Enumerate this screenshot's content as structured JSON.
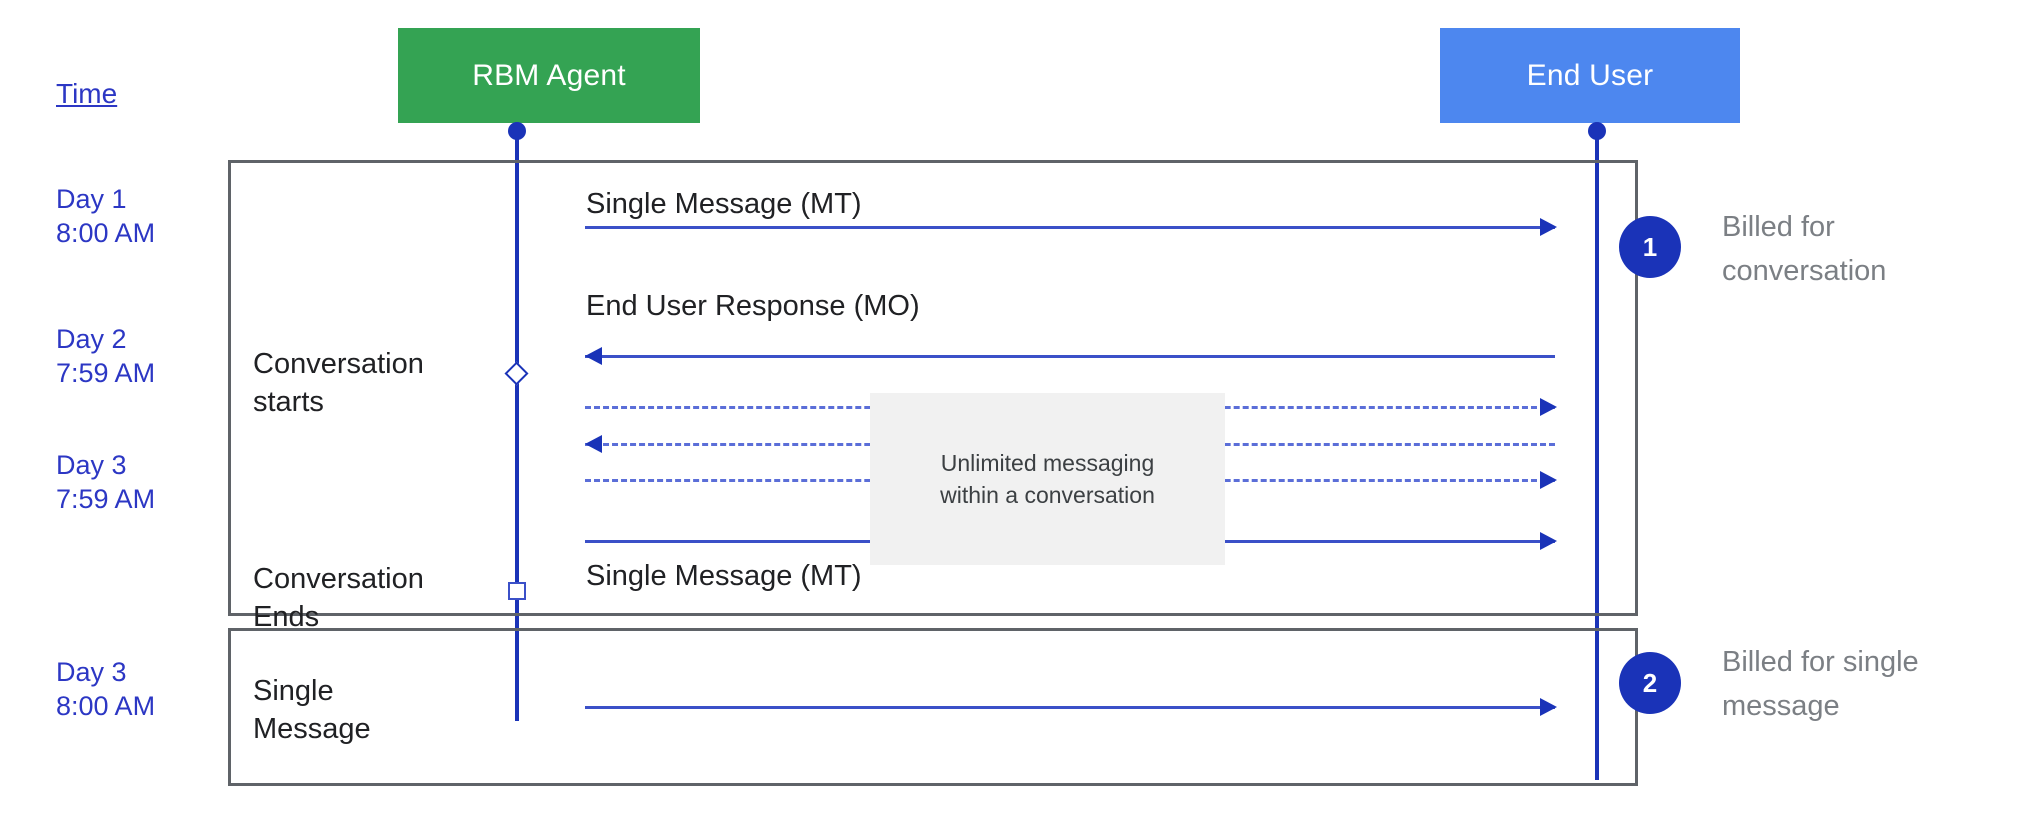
{
  "diagram": {
    "title_column": {
      "header": "Time",
      "entries": [
        {
          "label": "Day 1\n8:00 AM"
        },
        {
          "label": "Day 2\n7:59 AM"
        },
        {
          "label": "Day 3\n7:59 AM"
        },
        {
          "label": "Day 3\n8:00 AM"
        }
      ]
    },
    "participants": [
      {
        "name": "RBM Agent",
        "color": "#34a353"
      },
      {
        "name": "End User",
        "color": "#4d87ef"
      }
    ],
    "groups": [
      {
        "id": "conversation",
        "notes": [
          {
            "text": "Conversation\nstarts"
          },
          {
            "text": "Conversation\nEnds"
          }
        ],
        "badge": "1",
        "billing_caption": "Billed for\nconversation"
      },
      {
        "id": "single-message",
        "notes": [
          {
            "text": "Single\nMessage"
          }
        ],
        "badge": "2",
        "billing_caption": "Billed for single\nmessage"
      }
    ],
    "messages": [
      {
        "label": "Single Message (MT)",
        "direction": "right",
        "style": "solid"
      },
      {
        "label": "End User Response (MO)",
        "direction": "left",
        "style": "solid"
      },
      {
        "label": "",
        "direction": "right",
        "style": "dashed"
      },
      {
        "label": "",
        "direction": "left",
        "style": "dashed"
      },
      {
        "label": "",
        "direction": "right",
        "style": "dashed"
      },
      {
        "label": "",
        "direction": "right",
        "style": "solid"
      },
      {
        "label": "Single Message (MT)",
        "direction": "right",
        "style": "solid"
      }
    ],
    "callout": {
      "text": "Unlimited messaging\nwithin a conversation",
      "background": "#f1f1f1"
    },
    "colors": {
      "agent_green": "#34a353",
      "user_blue": "#4d87ef",
      "line_blue": "#1a33b8",
      "time_blue": "#2c37c4",
      "frame_gray": "#5f6368",
      "caption_gray": "#7b7f84"
    }
  }
}
